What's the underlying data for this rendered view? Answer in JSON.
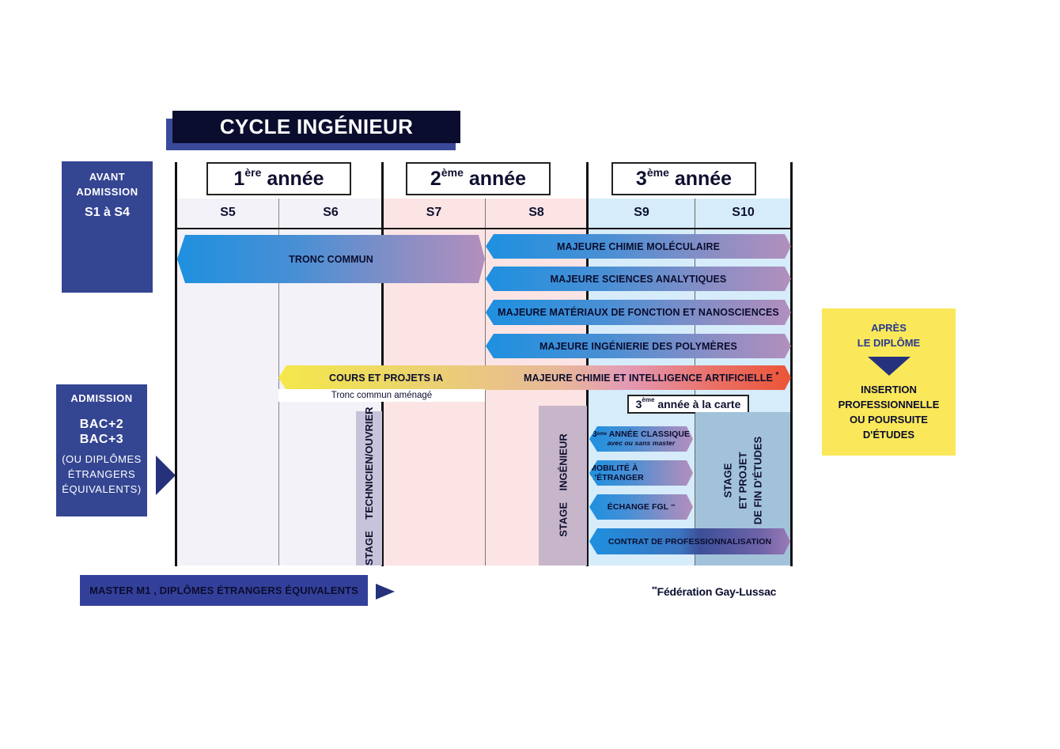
{
  "title": "CYCLE INGÉNIEUR CHIMISTE",
  "before_admission": {
    "line1": "AVANT",
    "line2": "ADMISSION",
    "semesters": "S1 à S4"
  },
  "admission": {
    "title": "ADMISSION",
    "levels": [
      "BAC+2",
      "BAC+3"
    ],
    "note": [
      "(OU DIPLÔMES",
      "ÉTRANGERS",
      "ÉQUIVALENTS)"
    ]
  },
  "years": [
    {
      "num": "1",
      "sup": "ère",
      "label": "année"
    },
    {
      "num": "2",
      "sup": "ème",
      "label": "année"
    },
    {
      "num": "3",
      "sup": "ème",
      "label": "année"
    }
  ],
  "semesters": [
    "S5",
    "S6",
    "S7",
    "S8",
    "S9",
    "S10"
  ],
  "tracks": {
    "tronc_commun": "TRONC COMMUN",
    "majors": [
      "MAJEURE CHIMIE MOLÉCULAIRE",
      "MAJEURE SCIENCES ANALYTIQUES",
      "MAJEURE MATÉRIAUX DE FONCTION ET NANOSCIENCES",
      "MAJEURE INGÉNIERIE DES POLYMÈRES"
    ],
    "ia_courses": "COURS ET PROJETS IA",
    "ia_major": "MAJEURE CHIMIE ET INTELLIGENCE ARTIFICIELLE",
    "ia_major_mark": "*",
    "tronc_amenage": "Tronc commun aménagé"
  },
  "third_year_carte": {
    "num": "3",
    "sup": "ème",
    "label": "année à la carte"
  },
  "third_year_options": {
    "classique_sup": "ème",
    "classique_num": "3",
    "classique_label": "ANNÉE CLASSIQUE",
    "classique_sub": "avec ou sans master",
    "mobilite": "MOBILITÉ À L'ÉTRANGER",
    "echange": "ÉCHANGE FGL",
    "echange_mark": "**",
    "contrat": "CONTRAT DE PROFESSIONNALISATION"
  },
  "internships": {
    "technicien": {
      "line1": "STAGE",
      "line2": "TECHNICIEN/OUVRIER"
    },
    "ingenieur": {
      "line1": "STAGE",
      "line2": "INGÉNIEUR"
    },
    "fin_etudes": [
      "STAGE",
      "ET PROJET",
      "DE FIN D'ÉTUDES"
    ]
  },
  "master_entry": "MASTER M1 , DIPLÔMES ÉTRANGERS ÉQUIVALENTS",
  "footnote": {
    "mark": "**",
    "text": "Fédération Gay-Lussac"
  },
  "after_diploma": {
    "heading": [
      "APRÈS",
      "LE DIPLÔME"
    ],
    "outcome": [
      "INSERTION",
      "PROFESSIONNELLE",
      "OU POURSUITE",
      "D'ÉTUDES"
    ]
  },
  "colors": {
    "navy": "#0b0d2e",
    "panel_blue": "#344592",
    "year1_bg": "#f3f2f8",
    "year2_bg": "#fce4e4",
    "year3_bg": "#d6ecfa",
    "after_yellow": "#fae85a"
  }
}
